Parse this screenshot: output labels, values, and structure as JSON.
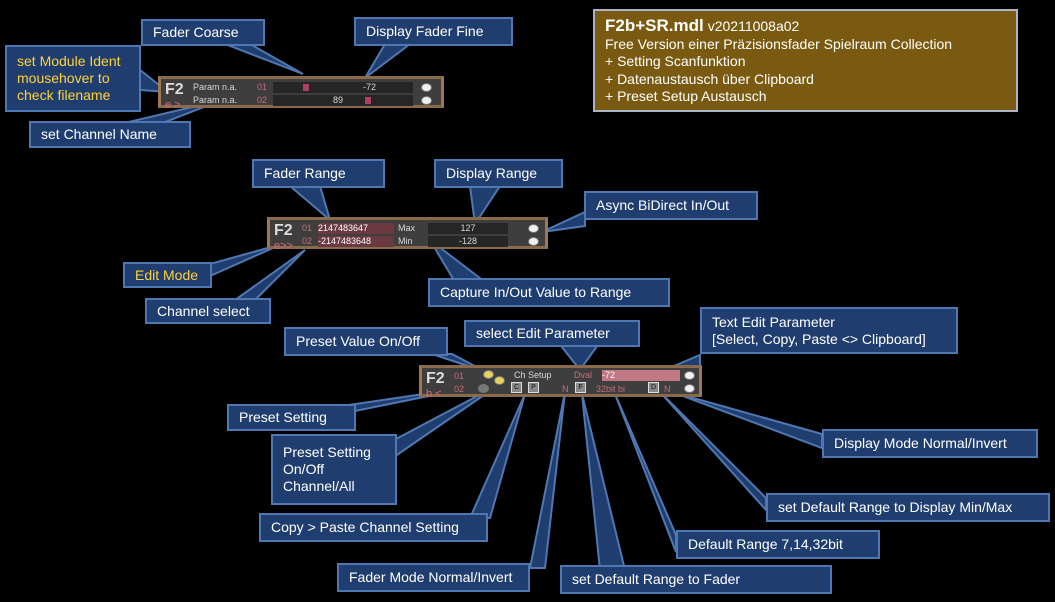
{
  "info": {
    "title": "F2b+SR.mdl",
    "version": "v20211008a02",
    "lines": [
      "Free Version einer Präzisionsfader  Spielraum Collection",
      "+ Setting Scanfunktion",
      "+ Datenaustausch über Clipboard",
      "+ Preset Setup Austausch"
    ]
  },
  "callouts": {
    "fader_coarse": "Fader  Coarse",
    "display_fader_fine": "Display Fader  Fine",
    "set_module_ident": "set Module Ident\nmousehover to\ncheck filename",
    "set_channel_name": "set  Channel Name",
    "fader_range": "Fader  Range",
    "display_range": "Display Range",
    "async_bidirect": "Async BiDirect In/Out",
    "edit_mode": "Edit Mode",
    "channel_select": "Channel select",
    "capture_value": "Capture  In/Out Value to Range",
    "preset_value": "Preset  Value On/Off",
    "select_edit_param": "select Edit Parameter",
    "text_edit_param": "Text Edit Parameter\n[Select, Copy, Paste <> Clipboard]",
    "preset_setting": "Preset Setting",
    "preset_setting_onoff": "Preset Setting\nOn/Off\nChannel/All",
    "display_mode": "Display Mode Normal/Invert",
    "set_default_display": "set Default Range to Display Min/Max",
    "copy_paste_channel": "Copy > Paste Channel Setting",
    "default_range": "Default Range 7,14,32bit",
    "fader_mode": "Fader  Mode Normal/Invert",
    "set_default_fader": "set Default Range to Fader"
  },
  "module1": {
    "tag": "F2",
    "sub": "e >",
    "rows": [
      {
        "name": "Param n.a.",
        "ch": "01",
        "value": "-72"
      },
      {
        "name": "Param n.a.",
        "ch": "02",
        "value": "89"
      }
    ]
  },
  "module2": {
    "tag": "F2",
    "sub": "e>>",
    "rows": [
      {
        "ch": "01",
        "range": "2147483647",
        "label": "Max",
        "value": "127"
      },
      {
        "ch": "02",
        "range": "-2147483648",
        "label": "Min",
        "value": "-128"
      }
    ]
  },
  "module3": {
    "tag": "F2",
    "sub": "b <",
    "ch1": "01",
    "ch2": "02",
    "setup_label": "Ch  Setup",
    "edit_param": "Dval",
    "edit_value": "-72",
    "bit_label": "32bit bi",
    "btn_c": "C",
    "btn_p": "P",
    "btn_n1": "N",
    "btn_f": "F",
    "btn_d": "D",
    "btn_n2": "N"
  }
}
